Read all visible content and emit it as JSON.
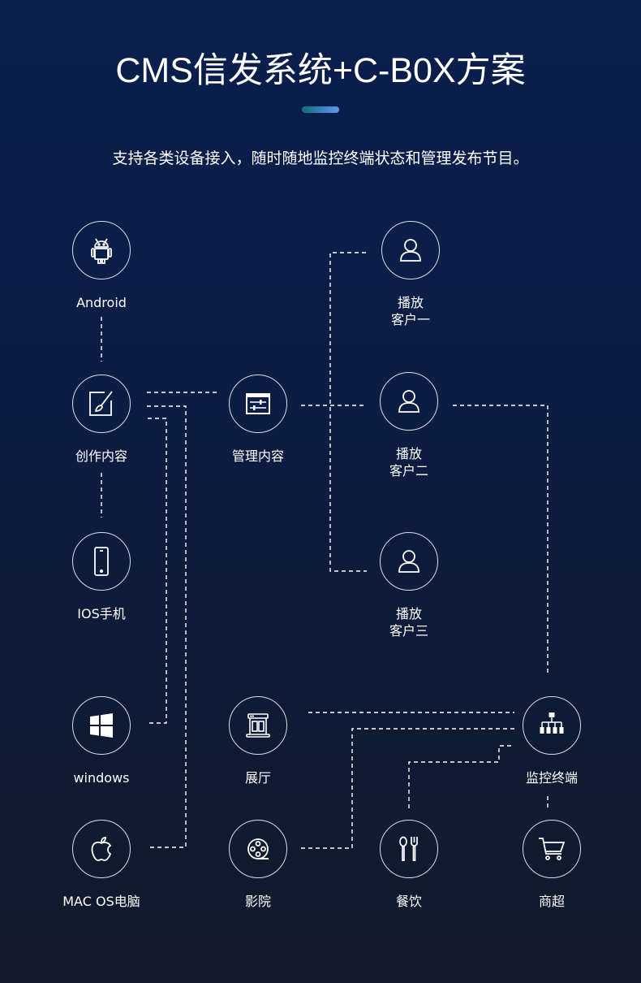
{
  "header": {
    "title": "CMS信发系统+C-B0X方案",
    "subtitle": "支持各类设备接入，随时随地监控终端状态和管理发布节目。",
    "accent_gradient": [
      "#0e6c7c",
      "#5f98ec"
    ]
  },
  "theme": {
    "background_top": "#0a1f4e",
    "background_bottom": "#111a2b",
    "line_color": "#ffffff"
  },
  "nodes": {
    "android": {
      "label": "Android",
      "icon": "android-icon"
    },
    "create": {
      "label": "创作内容",
      "icon": "paint-brush-icon"
    },
    "ios": {
      "label": "IOS手机",
      "icon": "smartphone-icon"
    },
    "windows": {
      "label": "windows",
      "icon": "windows-icon"
    },
    "mac": {
      "label": "MAC OS电脑",
      "icon": "apple-icon"
    },
    "manage": {
      "label": "管理内容",
      "icon": "sliders-window-icon"
    },
    "client1": {
      "label_line1": "播放",
      "label_line2": "客户一",
      "icon": "user-icon"
    },
    "client2": {
      "label_line1": "播放",
      "label_line2": "客户二",
      "icon": "user-icon"
    },
    "client3": {
      "label_line1": "播放",
      "label_line2": "客户三",
      "icon": "user-icon"
    },
    "hall": {
      "label": "展厅",
      "icon": "exhibition-hall-icon"
    },
    "cinema": {
      "label": "影院",
      "icon": "film-reel-icon"
    },
    "dining": {
      "label": "餐饮",
      "icon": "spoon-fork-icon"
    },
    "monitor": {
      "label": "监控终端",
      "icon": "network-hierarchy-icon"
    },
    "supermarket": {
      "label": "商超",
      "icon": "shopping-cart-icon"
    }
  }
}
